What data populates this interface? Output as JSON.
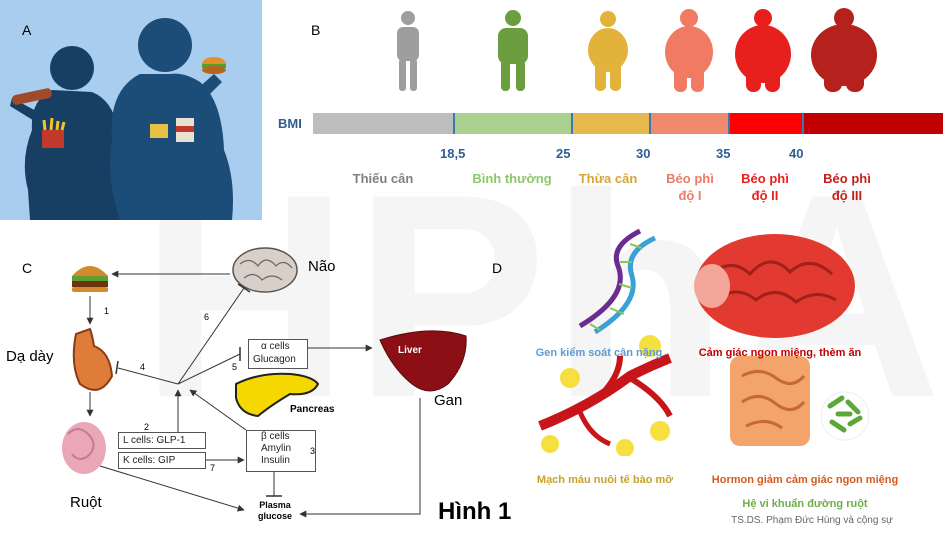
{
  "panel_labels": {
    "a": "A",
    "b": "B",
    "c": "C",
    "d": "D"
  },
  "watermark": "HPhA",
  "bmi": {
    "label": "BMI",
    "ticks": [
      "18,5",
      "25",
      "30",
      "35",
      "40"
    ],
    "categories": [
      {
        "line1": "Thiếu cân",
        "line2": "",
        "color": "#808080"
      },
      {
        "line1": "Bình thường",
        "line2": "",
        "color": "#8dc86a"
      },
      {
        "line1": "Thừa cân",
        "line2": "",
        "color": "#d8a535"
      },
      {
        "line1": "Béo phì",
        "line2": "độ I",
        "color": "#ef7a67"
      },
      {
        "line1": "Béo phì",
        "line2": "độ II",
        "color": "#e8201d"
      },
      {
        "line1": "Béo phì",
        "line2": "độ III",
        "color": "#c41e1a"
      }
    ],
    "bar_colors": [
      "#bdbdbd",
      "#a9d08e",
      "#e5b94e",
      "#f08a6f",
      "#ff0000",
      "#c00000"
    ]
  },
  "panel_c": {
    "labels": {
      "brain": "Não",
      "stomach": "Dạ dày",
      "intestine": "Ruột",
      "liver_vn": "Gan",
      "liver_en": "Liver",
      "pancreas": "Pancreas",
      "plasma": "Plasma\nglucose"
    },
    "boxes": {
      "alpha_1": "α cells",
      "alpha_2": "Glucagon",
      "l_cells": "L cells: GLP-1",
      "k_cells": "K cells: GIP",
      "beta_1": "β cells",
      "beta_2": "Amylin",
      "beta_3": "Insulin"
    },
    "numbers": [
      "1",
      "2",
      "3",
      "4",
      "5",
      "6",
      "7"
    ]
  },
  "figure_title": "Hình 1",
  "panel_d": {
    "gene": "Gen kiểm soát cân nặng",
    "appetite": "Cảm giác ngon miệng, thèm ăn",
    "vessel": "Mạch máu nuôi tế bào mỡ",
    "hormone": "Hormon giảm cảm giác ngon miệng",
    "microbiota": "Hệ vi khuẩn đường ruột",
    "credit": "TS.DS. Phạm Đức Hùng và cộng sự"
  }
}
